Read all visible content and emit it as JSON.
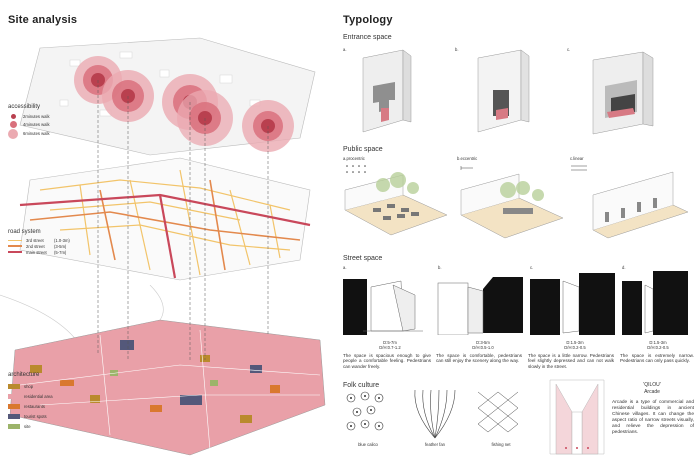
{
  "left": {
    "title": "Site analysis",
    "accessibility": {
      "title": "accessibility",
      "items": [
        "2minutes walk",
        "4minutes walk",
        "6minutes walk"
      ],
      "colors": [
        "#b9404f",
        "#d9707c",
        "#ebaab1"
      ]
    },
    "road": {
      "title": "road system",
      "items": [
        {
          "name": "3rd street",
          "width": "(1.0-3m)"
        },
        {
          "name": "2nd street",
          "width": "(3-5m)"
        },
        {
          "name": "main street",
          "width": "(5-7m)"
        }
      ],
      "colors": [
        "#f2c46a",
        "#e3894d",
        "#c9485b"
      ]
    },
    "architecture": {
      "title": "architecture",
      "items": [
        "shop",
        "residential area",
        "restaurants",
        "tourist spots",
        "site"
      ],
      "colors": [
        "#b98a2d",
        "#e9a0a8",
        "#d9782f",
        "#54587a",
        "#9cb46a"
      ]
    }
  },
  "right": {
    "title": "Typology",
    "entrance": {
      "title": "Entrance space",
      "labels": [
        "a.",
        "b.",
        "c."
      ]
    },
    "public": {
      "title": "Public space",
      "labels": [
        "a.procentric",
        "b.eccentric",
        "c.linear"
      ]
    },
    "street": {
      "title": "Street space",
      "labels": [
        "a.",
        "b.",
        "c.",
        "d."
      ],
      "dims": [
        {
          "d": "D:5-7m",
          "ratio": "D/H:0.7-1.2"
        },
        {
          "d": "D:3-5m",
          "ratio": "D/H:0.5-1.0"
        },
        {
          "d": "D:1.5-3m",
          "ratio": "D/H:0.2-0.5"
        },
        {
          "d": "D:1.5-3m",
          "ratio": "D/H:0.2-0.5"
        }
      ],
      "descriptions": [
        "The space is spacious enough to give people a comfortable feeling. Pedestrians can wander freely.",
        "The space is comfortable, pedestrians can still enjoy the scenery along the way.",
        "The space is a little narrow. Pedestrians feel slightly depressed and can not walk slowly in the street.",
        "The space is extremely narrow. Pedestrians can only pass quickly."
      ]
    },
    "folk": {
      "title": "Folk culture",
      "items": [
        "blue calico",
        "feather fan",
        "fishing net"
      ]
    },
    "arcade": {
      "title": "'QILOU'",
      "subtitle": "Arcade",
      "description": "Arcade is a type of commercial and residential buildings in ancient Chinese villages. It can change the aspect ratio of narrow streets visually, and relieve the depression of pedestrians."
    }
  }
}
